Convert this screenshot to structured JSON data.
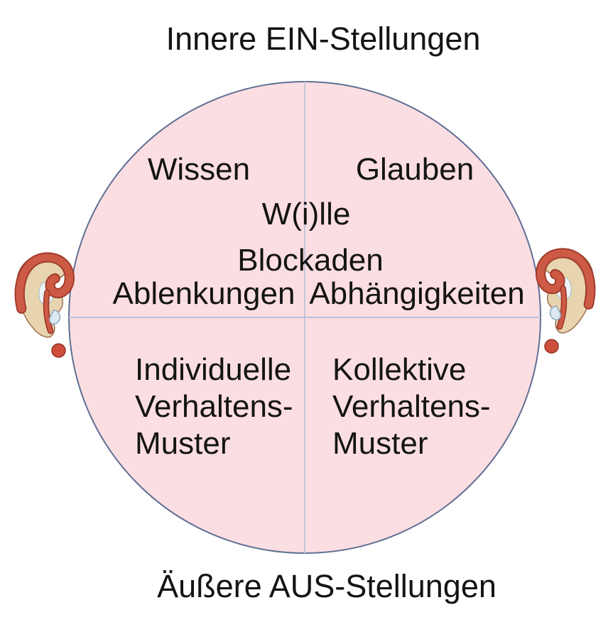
{
  "titles": {
    "top": "Innere EIN-Stellungen",
    "bottom": "Äußere AUS-Stellungen"
  },
  "circle": {
    "quadrant_top_left": "Wissen",
    "quadrant_top_right": "Glauben",
    "center_line1": "W(i)lle",
    "center_line2": "Blockaden",
    "middle_left": "Ablenkungen",
    "middle_right": "Abhängigkeiten",
    "quadrant_bottom_left_lines": [
      "Individuelle",
      "Verhaltens-",
      "Muster"
    ],
    "quadrant_bottom_right_lines": [
      "Kollektive",
      "Verhaltens-",
      "Muster"
    ]
  },
  "icons": {
    "left": "ear-question-mark-illustration",
    "right": "ear-question-mark-illustration-mirrored"
  },
  "colors": {
    "background": "#ffffff",
    "text": "#141414",
    "circle_fill": "#fbdee2",
    "circle_stroke": "#5f7094",
    "vertical_divider": "#c5c6d8",
    "horizontal_divider": "#b9c2da",
    "ear_red": "#cd5a45",
    "ear_red_outline": "#9e3a2b",
    "ear_cream": "#e8d4ae",
    "ear_body_outline": "#9c6b4b",
    "ear_highlight": "#eef4f8",
    "ear_fold": "#dce9f2",
    "ear_dot": "#cd4f3b",
    "ear_dot_outline": "#8f2f22"
  }
}
